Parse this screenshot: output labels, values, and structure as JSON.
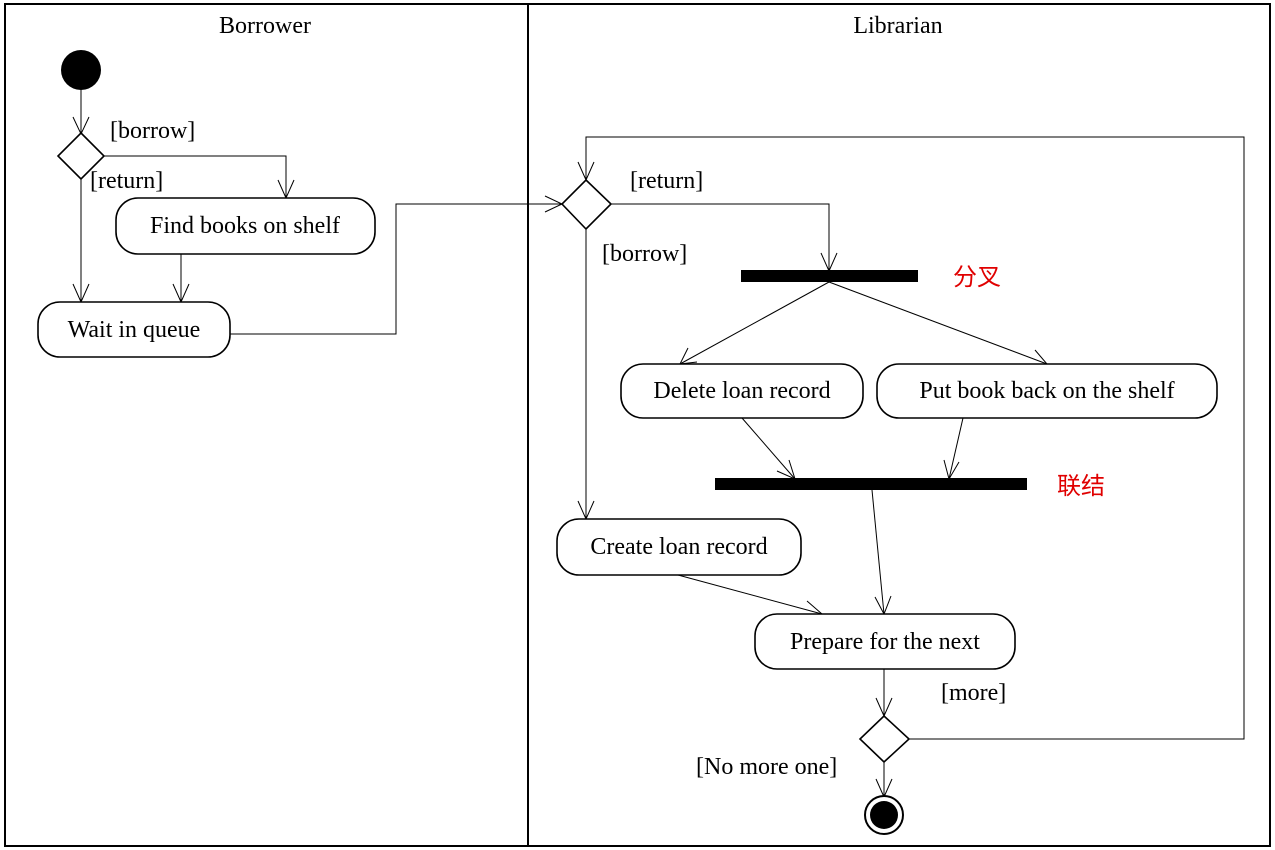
{
  "diagram": {
    "swimlanes": [
      {
        "id": "borrower",
        "title": "Borrower"
      },
      {
        "id": "librarian",
        "title": "Librarian"
      }
    ],
    "actions": {
      "find_books": "Find books on shelf",
      "wait_queue": "Wait in queue",
      "delete_loan": "Delete loan record",
      "put_back": "Put book back on the shelf",
      "create_loan": "Create loan record",
      "prepare_next": "Prepare for the next"
    },
    "guards": {
      "borrower_borrow": "[borrow]",
      "borrower_return": "[return]",
      "librarian_return": "[return]",
      "librarian_borrow": "[borrow]",
      "more": "[more]",
      "no_more": "[No more one]"
    },
    "annotations": {
      "fork": {
        "text": "分叉",
        "color": "#e00000"
      },
      "join": {
        "text": "联结",
        "color": "#e00000"
      }
    }
  }
}
